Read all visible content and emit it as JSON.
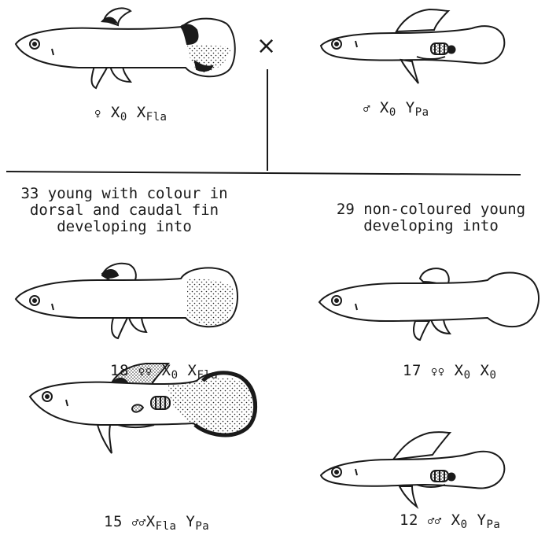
{
  "parents": {
    "female": {
      "sex_symbol": "♀",
      "chr1": "X",
      "chr1_sub": "0",
      "chr2": "X",
      "chr2_sub": "Fla"
    },
    "male": {
      "sex_symbol": "♂",
      "chr1": "X",
      "chr1_sub": "0",
      "chr2": "Y",
      "chr2_sub": "Pa"
    },
    "cross_symbol": "×"
  },
  "groups": {
    "left": {
      "caption_lines": [
        "33 young with colour in",
        "dorsal and caudal fin",
        "developing into"
      ]
    },
    "right": {
      "caption_lines": [
        "29 non-coloured young",
        "developing into"
      ]
    }
  },
  "offspring": {
    "left_female": {
      "count": "18",
      "sex_symbol": "♀♀",
      "chr1": "X",
      "chr1_sub": "0",
      "chr2": "X",
      "chr2_sub": "Fla"
    },
    "right_female": {
      "count": "17",
      "sex_symbol": "♀♀",
      "chr1": "X",
      "chr1_sub": "0",
      "chr2": "X",
      "chr2_sub": "0"
    },
    "left_male": {
      "count": "15",
      "sex_symbol": "♂♂",
      "chr1": "X",
      "chr1_sub": "Fla",
      "chr2": "Y",
      "chr2_sub": "Pa"
    },
    "right_male": {
      "count": "12",
      "sex_symbol": "♂♂",
      "chr1": "X",
      "chr1_sub": "0",
      "chr2": "Y",
      "chr2_sub": "Pa"
    }
  }
}
